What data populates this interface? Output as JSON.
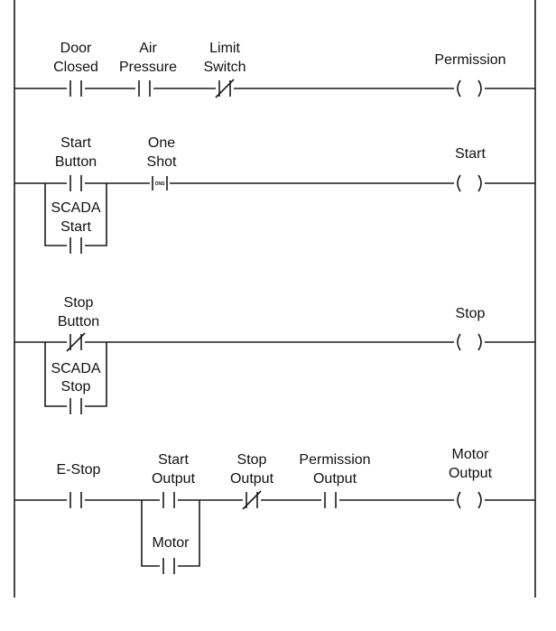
{
  "rungs": [
    {
      "contacts": [
        {
          "type": "NO",
          "label": [
            "Door",
            "Closed"
          ]
        },
        {
          "type": "NO",
          "label": [
            "Air",
            "Pressure"
          ]
        },
        {
          "type": "NC",
          "label": [
            "Limit",
            "Switch"
          ]
        }
      ],
      "coil": {
        "label": [
          "Permission"
        ]
      }
    },
    {
      "contacts": [
        {
          "type": "NO",
          "label": [
            "Start",
            "Button"
          ]
        },
        {
          "type": "ONS",
          "label": [
            "One",
            "Shot"
          ],
          "tag": "ONS"
        }
      ],
      "branch": {
        "label": [
          "SCADA",
          "Start"
        ]
      },
      "coil": {
        "label": [
          "Start"
        ]
      }
    },
    {
      "contacts": [
        {
          "type": "NC",
          "label": [
            "Stop",
            "Button"
          ]
        }
      ],
      "branch": {
        "label": [
          "SCADA",
          "Stop"
        ]
      },
      "coil": {
        "label": [
          "Stop"
        ]
      }
    },
    {
      "contacts": [
        {
          "type": "NO",
          "label": [
            "E-Stop"
          ]
        },
        {
          "type": "NO",
          "label": [
            "Start",
            "Output"
          ]
        },
        {
          "type": "NC",
          "label": [
            "Stop",
            "Output"
          ]
        },
        {
          "type": "NO",
          "label": [
            "Permission",
            "Output"
          ]
        }
      ],
      "branch": {
        "label": [
          "Motor"
        ]
      },
      "coil": {
        "label": [
          "Motor",
          "Output"
        ]
      }
    }
  ]
}
